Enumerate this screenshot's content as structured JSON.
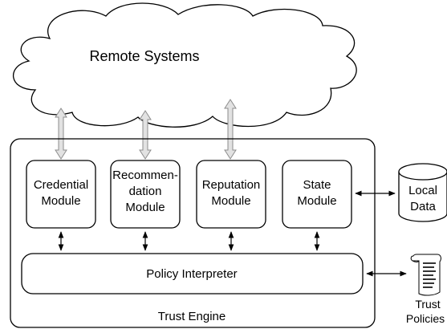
{
  "cloud": {
    "label": "Remote Systems"
  },
  "trust_engine": {
    "label": "Trust Engine"
  },
  "modules": [
    {
      "id": "credential",
      "lines": [
        "Credential",
        "Module"
      ]
    },
    {
      "id": "recommendation",
      "lines": [
        "Recommen-",
        "dation",
        "Module"
      ]
    },
    {
      "id": "reputation",
      "lines": [
        "Reputation",
        "Module"
      ]
    },
    {
      "id": "state",
      "lines": [
        "State",
        "Module"
      ]
    }
  ],
  "policy_interpreter": {
    "label": "Policy Interpreter"
  },
  "local_data": {
    "lines": [
      "Local",
      "Data"
    ]
  },
  "trust_policies": {
    "lines": [
      "Trust",
      "Policies"
    ]
  },
  "colors": {
    "stroke": "#000000",
    "fill": "#ffffff",
    "thick_arrow_fill": "#e2e2e2",
    "thick_arrow_stroke": "#8c8c8c"
  }
}
